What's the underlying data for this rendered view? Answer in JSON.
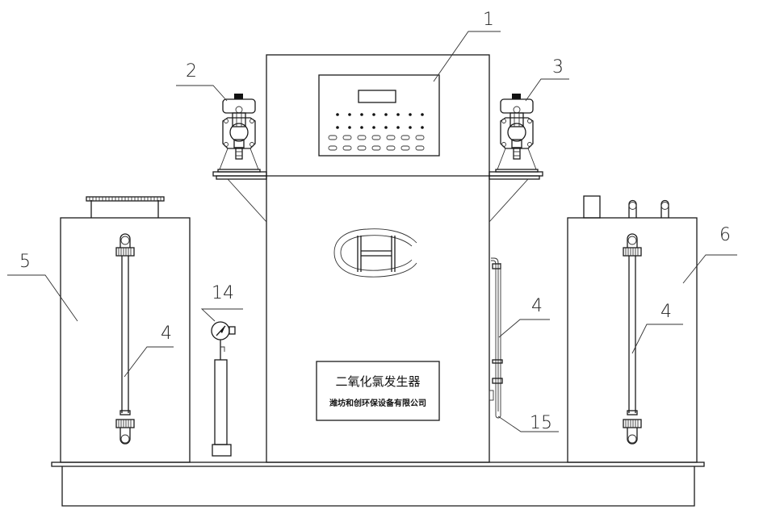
{
  "diagram": {
    "title": "二氧化氯发生器",
    "nameplate": {
      "title": "二氧化氯发生器",
      "company": "潍坊和创环保设备有限公司"
    },
    "callouts": [
      {
        "id": "1",
        "label": "1",
        "part": "control-panel"
      },
      {
        "id": "2",
        "label": "2",
        "part": "metering-pump-left"
      },
      {
        "id": "3",
        "label": "3",
        "part": "metering-pump-right"
      },
      {
        "id": "4a",
        "label": "4",
        "part": "level-gauge-left-tank"
      },
      {
        "id": "4b",
        "label": "4",
        "part": "level-gauge-cabinet"
      },
      {
        "id": "4c",
        "label": "4",
        "part": "level-gauge-right-tank"
      },
      {
        "id": "5",
        "label": "5",
        "part": "raw-material-tank-left"
      },
      {
        "id": "6",
        "label": "6",
        "part": "raw-material-tank-right"
      },
      {
        "id": "14",
        "label": "14",
        "part": "pressure-gauge-column"
      },
      {
        "id": "15",
        "label": "15",
        "part": "drain-pipe"
      }
    ],
    "control_panel": {
      "indicator_rows": 2,
      "indicators_per_row": 8,
      "button_rows": 2,
      "buttons_per_row": 7
    },
    "logo": "HC",
    "colors": {
      "line": "#1a1a1a",
      "background": "#ffffff"
    }
  }
}
